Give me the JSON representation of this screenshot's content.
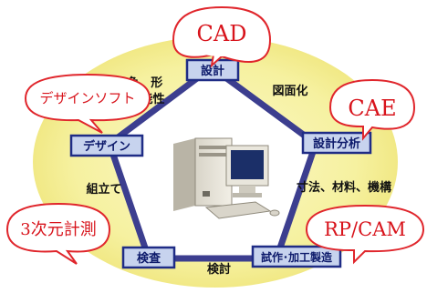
{
  "colors": {
    "ellipse": "#f6f1a0",
    "ellipse_edge": "#f4ec7e",
    "pentagon_fill": "#ffffff",
    "pentagon_stroke": "#3c3e8f",
    "box_fill": "#c7d3ee",
    "box_stroke": "#1f2c86",
    "bubble_fill": "#ffffff",
    "bubble_stroke": "#e0262c",
    "bubble_text": "#d8141c"
  },
  "nodes": {
    "design": "設計",
    "analysis": "設計分析",
    "prototype": "試作･加工製造",
    "inspection": "検査",
    "styling": "デザイン"
  },
  "edges": {
    "design_styling": "色、形\n機能性",
    "design_analysis": "図面化",
    "analysis_prototype": "寸法、材料、機構",
    "prototype_inspection": "検討",
    "inspection_styling": "組立て"
  },
  "bubbles": {
    "cad": "CAD",
    "cae": "CAE",
    "rpcam": "RP/CAM",
    "measure": "3次元計測",
    "design_soft": "デザインソフト"
  },
  "center_icon": "desktop-computer-icon"
}
